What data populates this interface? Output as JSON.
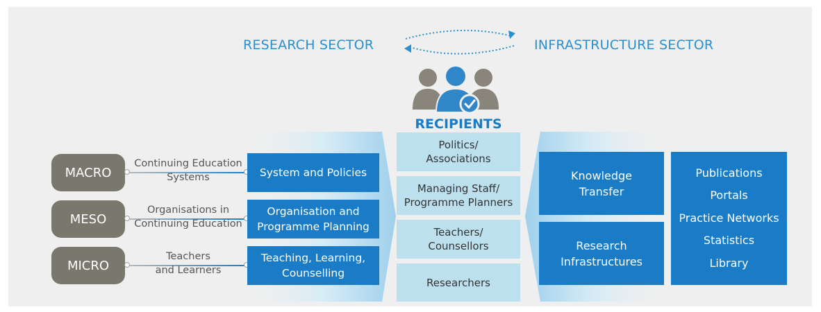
{
  "sectors": {
    "research": "RESEARCH SECTOR",
    "infrastructure": "INFRASTRUCTURE SECTOR"
  },
  "recipients": {
    "title": "RECIPIENTS",
    "items": [
      "Politics/\nAssociations",
      "Managing Staff/\nProgramme Planners",
      "Teachers/\nCounsellors",
      "Researchers"
    ]
  },
  "levels": [
    {
      "name": "MACRO",
      "label": "Continuing Education\nSystems",
      "box": "System and Policies"
    },
    {
      "name": "MESO",
      "label": "Organisations in\nContinuing Education",
      "box": "Organisation and\nProgramme Planning"
    },
    {
      "name": "MICRO",
      "label": "Teachers\nand Learners",
      "box": "Teaching, Learning,\nCounselling"
    }
  ],
  "infrastructure": {
    "transfer": "Knowledge\nTransfer",
    "research_infra": "Research\nInfrastructures",
    "outlets": [
      "Publications",
      "Portals",
      "Practice Networks",
      "Statistics",
      "Library"
    ]
  },
  "colors": {
    "background": "#efefef",
    "accent_blue": "#1a7cc6",
    "sector_text": "#2a8fcf",
    "recipient_fill": "#bde0ef",
    "level_pill": "#7a776d",
    "person_gray": "#8a857b",
    "person_blue": "#2f86c8"
  },
  "icons": [
    "recipients-people-icon",
    "check-badge-icon",
    "exchange-arrows-icon"
  ]
}
